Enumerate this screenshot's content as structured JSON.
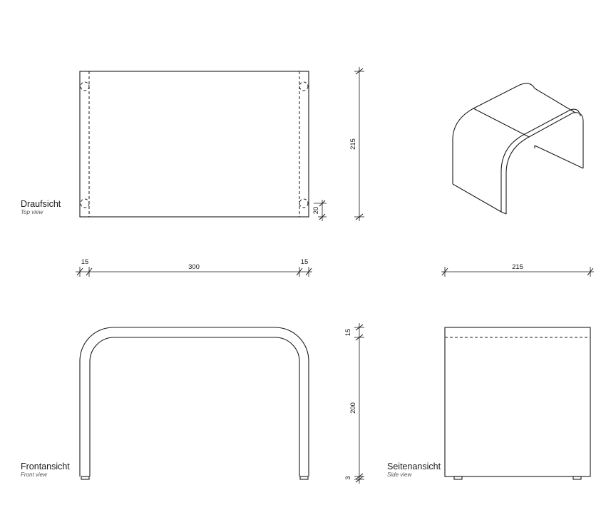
{
  "views": {
    "top": {
      "title": "Draufsicht",
      "subtitle": "Top view"
    },
    "front": {
      "title": "Frontansicht",
      "subtitle": "Front view"
    },
    "side": {
      "title": "Seitenansicht",
      "subtitle": "Side view"
    }
  },
  "dimensions": {
    "top_depth": "215",
    "top_foot_offset": "20",
    "width_left": "15",
    "width_main": "300",
    "width_right": "15",
    "side_depth": "215",
    "height_top": "15",
    "height_main": "200",
    "height_bottom": "3"
  }
}
